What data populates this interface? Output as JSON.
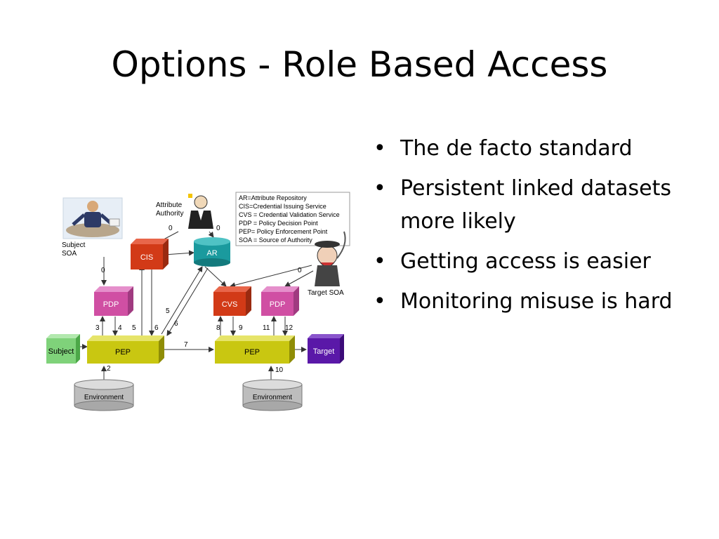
{
  "slide": {
    "title": "Options - Role Based Access",
    "bullets": [
      "The de facto standard",
      "Persistent linked datasets more likely",
      "Getting access is easier",
      "Monitoring misuse is hard"
    ]
  },
  "diagram": {
    "legend": [
      "AR=Attribute Repository",
      "CIS=Credential Issuing Service",
      "CVS = Credential Validation Service",
      "PDP = Policy Decision Point",
      "PEP= Policy Enforcement Point",
      "SOA = Source of Authority"
    ],
    "labels": {
      "subject_soa_1": "Subject",
      "subject_soa_2": "SOA",
      "attr_auth_1": "Attribute",
      "attr_auth_2": "Authority",
      "target_soa": "Target SOA"
    },
    "boxes": {
      "cis": "CIS",
      "ar": "AR",
      "pdp_left": "PDP",
      "cvs": "CVS",
      "pdp_right": "PDP",
      "subject": "Subject",
      "pep_left": "PEP",
      "pep_right": "PEP",
      "target": "Target",
      "env_left": "Environment",
      "env_right": "Environment"
    },
    "steps": {
      "s0a": "0",
      "s0b": "0",
      "s0c": "0",
      "s0d": "0",
      "s1": "1",
      "s2": "2",
      "s3": "3",
      "s4": "4",
      "s5": "5",
      "s6": "6",
      "s6b": "6",
      "s7": "7",
      "s8": "8",
      "s9": "9",
      "s10": "10",
      "s11": "11",
      "s12": "12"
    },
    "colors": {
      "pink": "#d04fa3",
      "red": "#d23a17",
      "teal": "#1a9a9e",
      "yellow": "#c9c711",
      "green": "#7fd27a",
      "purple": "#5a18a8",
      "grey": "#bdbdbd"
    }
  }
}
